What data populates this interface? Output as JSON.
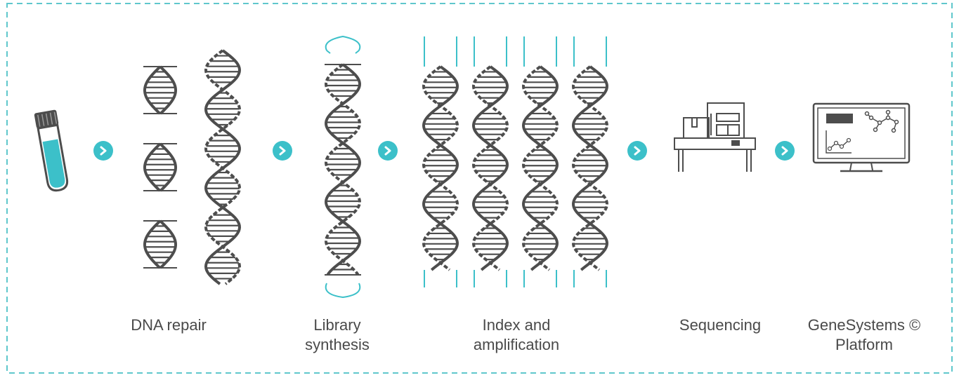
{
  "colors": {
    "accent": "#3cc0c9",
    "stroke": "#4d4d4d",
    "label": "#4a4a4a",
    "border": "#5fc7cc"
  },
  "steps": [
    {
      "label": ""
    },
    {
      "label": "DNA repair"
    },
    {
      "label": "Library\nsynthesis"
    },
    {
      "label": "Index and\namplification"
    },
    {
      "label": "Sequencing"
    },
    {
      "label": "GeneSystems ©\nPlatform"
    }
  ],
  "arrows": [
    "chevron-right-icon",
    "chevron-right-icon",
    "chevron-right-icon",
    "chevron-right-icon",
    "chevron-right-icon"
  ]
}
